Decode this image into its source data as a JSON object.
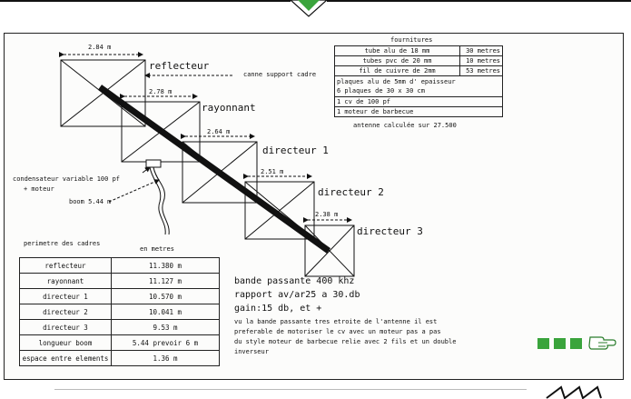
{
  "cadres": [
    {
      "name": "reflecteur",
      "width": "2.84 m"
    },
    {
      "name": "rayonnant",
      "width": "2.78 m"
    },
    {
      "name": "directeur 1",
      "width": "2.64 m"
    },
    {
      "name": "directeur 2",
      "width": "2.51 m"
    },
    {
      "name": "directeur 3",
      "width": "2.38 m"
    }
  ],
  "labels": {
    "canne": "canne support cadre",
    "condensateur": "condensateur variable 100 pf",
    "moteur": "+ moteur",
    "boom": "boom 5.44 m"
  },
  "fournitures": {
    "title": "fournitures",
    "rows": [
      {
        "item": "tube alu de 18 mm",
        "qty": "30 metres"
      },
      {
        "item": "tubes pvc de 20 mm",
        "qty": "10 metres"
      },
      {
        "item": "fil de cuivre de 2mm",
        "qty": "53 metres"
      }
    ],
    "plaques_line1": "plaques alu de 5mm d' epaisseur",
    "plaques_line2": "6 plaques de 30 x 30 cm",
    "cv": "1 cv de 100 pf",
    "moteur": "1 moteur de barbecue",
    "antenne_note": "antenne calculée sur 27.500"
  },
  "perimetre": {
    "title": "perimetre des cadres",
    "unit": "en metres",
    "rows": [
      {
        "name": "reflecteur",
        "value": "11.380 m"
      },
      {
        "name": "rayonnant",
        "value": "11.127 m"
      },
      {
        "name": "directeur 1",
        "value": "10.570 m"
      },
      {
        "name": "directeur 2",
        "value": "10.041 m"
      },
      {
        "name": "directeur 3",
        "value": "9.53 m"
      },
      {
        "name": "longueur boom",
        "value": "5.44 prevoir 6 m"
      },
      {
        "name": "espace entre elements",
        "value": "1.36 m"
      }
    ]
  },
  "notes": {
    "line1": "bande passante 400 khz",
    "line2": "rapport av/ar25 a 30.db",
    "line3": "gain:15 db, et +",
    "paragraph": [
      "vu  la bande passante tres etroite de  l'antenne il est",
      "preferable de motoriser le cv avec un moteur pas a pas",
      "du style moteur de barbecue  relie avec 2 fils et un double",
      "inverseur"
    ]
  },
  "colors": {
    "accent_green": "#3aa43c",
    "line": "#111111"
  },
  "icons": [
    "pointing-hand-icon",
    "green-arrow-icon"
  ]
}
